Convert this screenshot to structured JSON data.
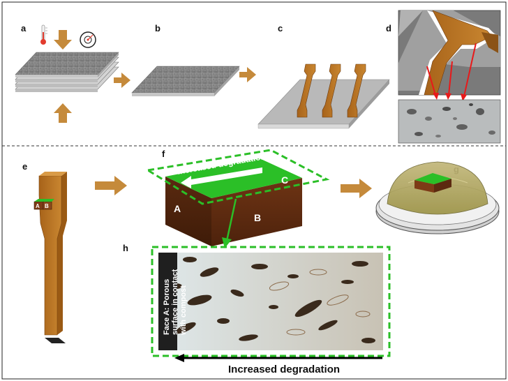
{
  "panels": {
    "a": "a",
    "b": "b",
    "c": "c",
    "d": "d",
    "e": "e",
    "f": "f",
    "g": "g",
    "h": "h"
  },
  "faces": {
    "A": "A",
    "B": "B",
    "C": "C"
  },
  "texts": {
    "increased_degradation_top": "Increased degradation",
    "increased_degradation_bottom": "Increased degradation",
    "face_a_line1": "Face A: Porous",
    "face_a_line2": "surface in contact",
    "face_a_line3": "with compost"
  },
  "colors": {
    "accent_green": "#2bbf27",
    "specimen_brown": "#b8741d",
    "block_brown": "#6b3212",
    "arrow_orange": "#c58a3b",
    "red_arrow": "#e8191a",
    "sheet_gray": "#8d8d8d"
  },
  "icons": [
    "thermometer-icon",
    "pressure-gauge-icon"
  ]
}
